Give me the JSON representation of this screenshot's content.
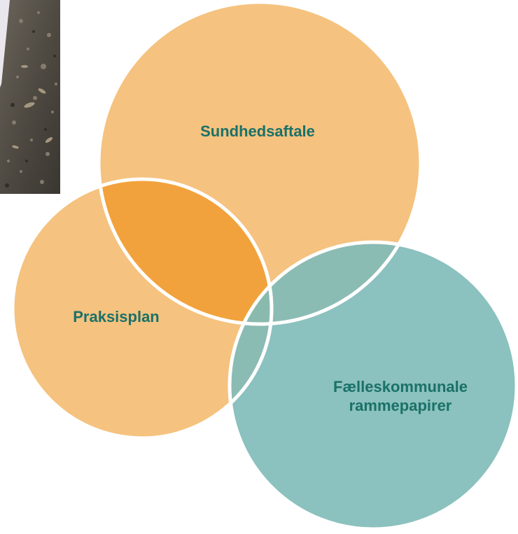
{
  "venn": {
    "circles": [
      {
        "id": "sundhedsaftale",
        "label_lines": [
          "Sundhedsaftale"
        ],
        "fill": "#f5c27f"
      },
      {
        "id": "praksisplan",
        "label_lines": [
          "Praksisplan"
        ],
        "fill": "#f5c27f"
      },
      {
        "id": "faelleskommunale",
        "label_lines": [
          "Fælleskommunale",
          "rammepapirer"
        ],
        "fill": "#81bcb9"
      }
    ],
    "overlap_fill": "#f2a23c",
    "outline_color": "#ffffff",
    "label_color": "#1a7168"
  },
  "photo": {
    "depicts": "gravel-ground-photo-fragment"
  }
}
